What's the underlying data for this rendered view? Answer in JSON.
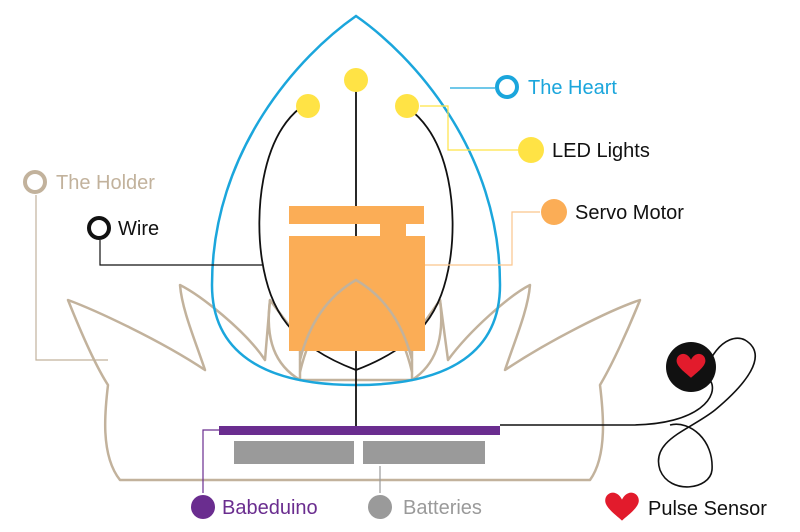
{
  "labels": {
    "heart": "The Heart",
    "led": "LED Lights",
    "servo": "Servo Motor",
    "holder": "The Holder",
    "wire": "Wire",
    "babeduino": "Babeduino",
    "batteries": "Batteries",
    "pulse": "Pulse Sensor"
  },
  "colors": {
    "heart": "#1ba6dc",
    "led": "#ffe345",
    "servo": "#fbad56",
    "holder": "#c2b29c",
    "wire": "#111111",
    "babeduino": "#6a2d8f",
    "batteries": "#9a9a9a",
    "pulse": "#e21b2c"
  },
  "icons": {
    "pulse_sensor": "heart-icon"
  }
}
